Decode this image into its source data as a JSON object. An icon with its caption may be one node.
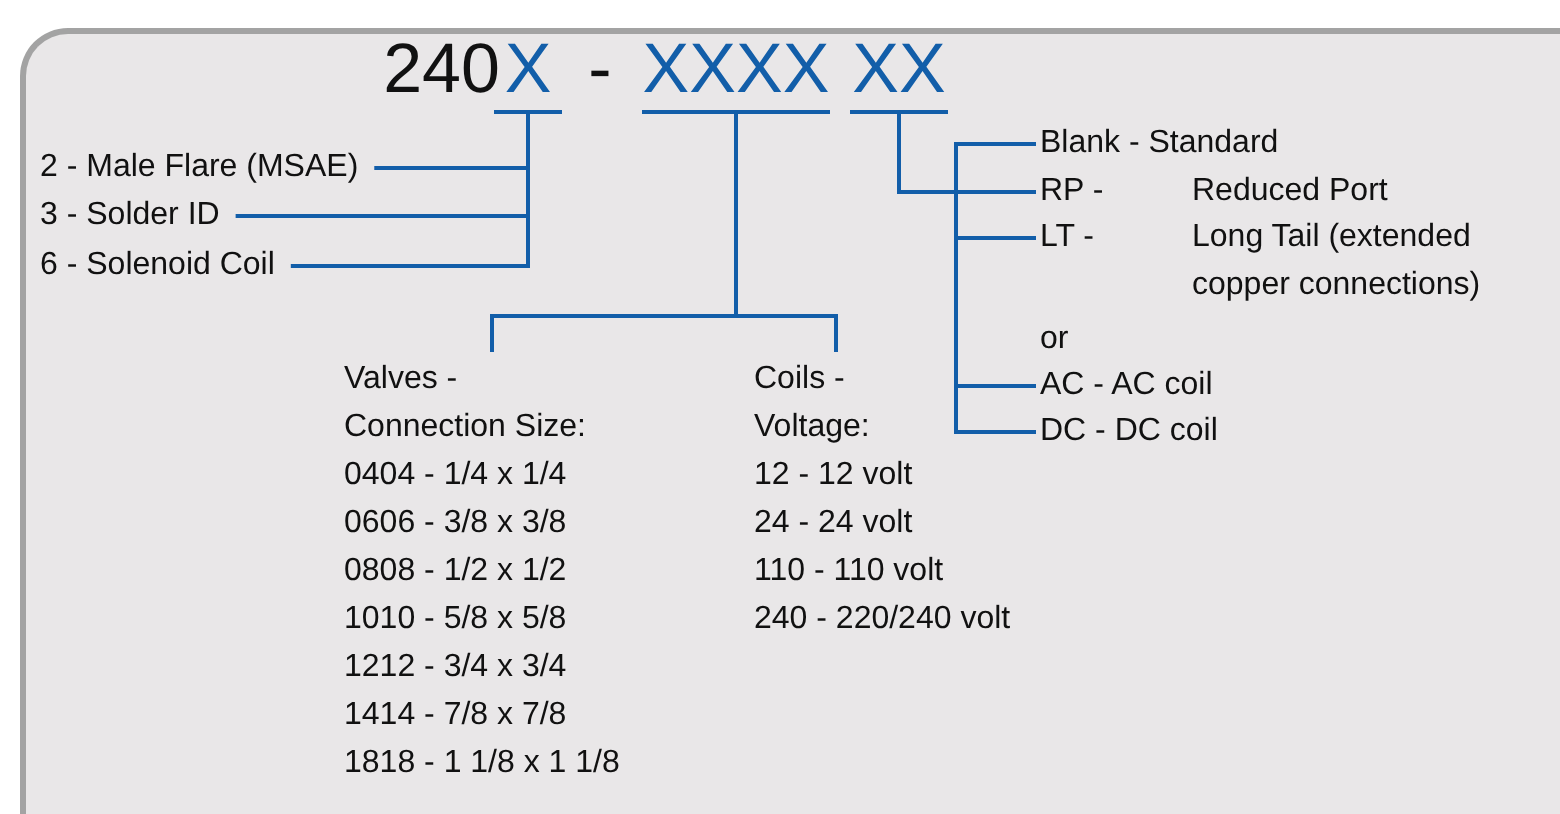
{
  "diagram": {
    "nodes": [
      {
        "text": [
          "X"
        ]
      },
      {
        "text": [
          "XXXX"
        ]
      },
      {
        "text": [
          "XX"
        ]
      },
      {
        "text": [
          "2 - Male Flare (MSAE)"
        ]
      },
      {
        "text": [
          "3 - Solder ID"
        ]
      },
      {
        "text": [
          "6 - Solenoid Coil"
        ]
      },
      {
        "text": [
          "Valves - Connection Size:",
          "0404 - 1/4 x 1/4",
          "0606 - 3/8 x 3/8",
          "0808 - 1/2 x 1/2",
          "1010 - 5/8 x 5/8",
          "1212 - 3/4 x 3/4",
          "1414 - 7/8 x 7/8",
          "1818 - 1 1/8 x 1 1/8"
        ]
      },
      {
        "text": [
          "Coils - Voltage:",
          "12 - 12 volt",
          "24 - 24 volt",
          "110 - 110 volt",
          "240 - 220/240 volt"
        ]
      },
      {
        "text": [
          "Blank - Standard"
        ]
      },
      {
        "text": [
          "RP -",
          "Reduced Port"
        ]
      },
      {
        "text": [
          "LT -",
          "Long Tail (extended copper connections)"
        ]
      },
      {
        "text": [
          "AC - AC coil"
        ]
      },
      {
        "text": [
          "DC - DC coil"
        ]
      }
    ],
    "edges": [
      {
        "from": 3,
        "to": 0,
        "arrow": "none"
      },
      {
        "from": 4,
        "to": 0,
        "arrow": "none"
      },
      {
        "from": 5,
        "to": 0,
        "arrow": "none"
      },
      {
        "from": 1,
        "to": 6,
        "arrow": "none"
      },
      {
        "from": 1,
        "to": 7,
        "arrow": "none"
      },
      {
        "from": 2,
        "to": 8,
        "arrow": "none"
      },
      {
        "from": 2,
        "to": 9,
        "arrow": "none"
      },
      {
        "from": 2,
        "to": 10,
        "arrow": "none"
      },
      {
        "from": 2,
        "to": 11,
        "arrow": "none"
      },
      {
        "from": 2,
        "to": 12,
        "arrow": "none"
      }
    ],
    "labels": [
      "240",
      "-",
      "or"
    ]
  }
}
